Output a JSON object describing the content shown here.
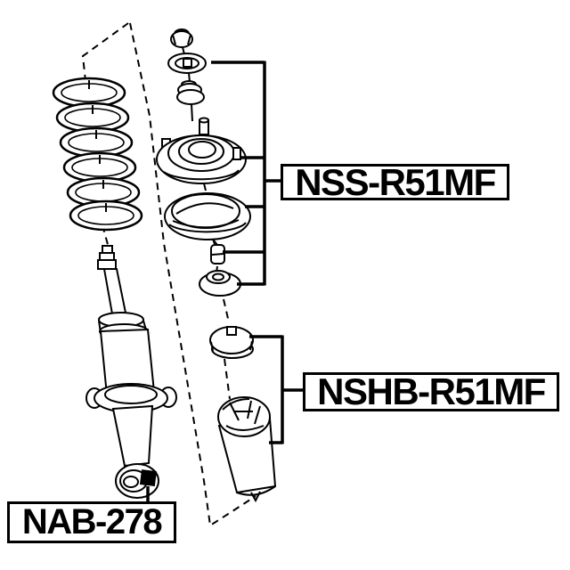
{
  "diagram": {
    "kind": "exploded-suspension-parts-diagram",
    "colors": {
      "line": "#000000",
      "background": "#ffffff"
    },
    "callouts": {
      "nss": {
        "label": "NSS-R51MF"
      },
      "nshb": {
        "label": "NSHB-R51MF"
      },
      "nab": {
        "label": "NAB-278"
      }
    }
  }
}
